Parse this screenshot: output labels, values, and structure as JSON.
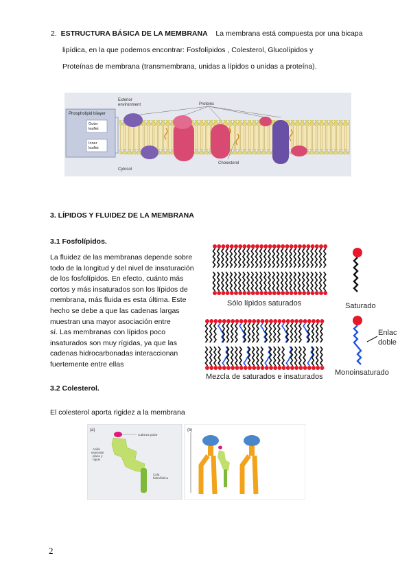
{
  "section2": {
    "number": "2.",
    "heading": "ESTRUCTURA BÁSICA DE LA MEMBRANA",
    "line1": "La membrana está compuesta por una bicapa",
    "line2": "lipídica, en la que podemos encontrar: Fosfolípidos , Colesterol, Glucolípidos y",
    "line3": "Proteínas de membrana (transmembrana, unidas a lípidos o unidas a proteína)."
  },
  "figure1": {
    "exterior": [
      "Exterior",
      "environment"
    ],
    "box_title": "Phospholipid bilayer",
    "outer": [
      "Outer",
      "leaflet"
    ],
    "inner": [
      "Inner",
      "leaflet"
    ],
    "proteins": "Proteins",
    "cholesterol": "Cholesterol",
    "cytosol": "Cytosol"
  },
  "section3": {
    "heading": "3. LÍPIDOS Y FLUIDEZ DE LA MEMBRANA",
    "sub1": "3.1 Fosfolípidos.",
    "para": [
      "La fluidez de las membranas depende sobre",
      "todo de la longitud y del nivel de insaturación",
      "de los fosfolípidos. En efecto, cuánto más",
      "cortos y más insaturados son los lípidos de",
      "membrana, más fluida es esta última. Este",
      "hecho se debe a que las cadenas largas",
      "muestran una mayor asociación entre",
      "sí. Las membranas con lípidos poco",
      "insaturados son muy rígidas, ya que las",
      "cadenas hidrocarbonadas interaccionan",
      "fuertemente entre ellas"
    ],
    "sub2": "3.2 Colesterol.",
    "chol_text": "El colesterol aporta rigidez a la membrana"
  },
  "figure2": {
    "only_saturated": "Sólo lípidos saturados",
    "saturated": "Saturado",
    "mixture": "Mezcla de saturados e insaturados",
    "monounsaturated": "Monoinsaturado",
    "double_bond": [
      "Enlac",
      "doble"
    ]
  },
  "figure3": {
    "panel_a": "(a)",
    "panel_b": "(b)",
    "polar_head": "Cabeza polar",
    "ring": [
      "Anillo",
      "esteroide",
      "plano y",
      "rígido"
    ],
    "tail": [
      "Cola",
      "hidrofóbica"
    ]
  },
  "page_number": "2",
  "colors": {
    "lipid_head": "#d9d067",
    "red_head": "#e8182a",
    "blue_tail": "#1f56e6",
    "protein_pink": "#d94a72",
    "protein_purple": "#7b5fb0",
    "chol_green": "#b6da4c",
    "chol_orange": "#f2a21b",
    "chol_blue": "#4a86cc"
  }
}
